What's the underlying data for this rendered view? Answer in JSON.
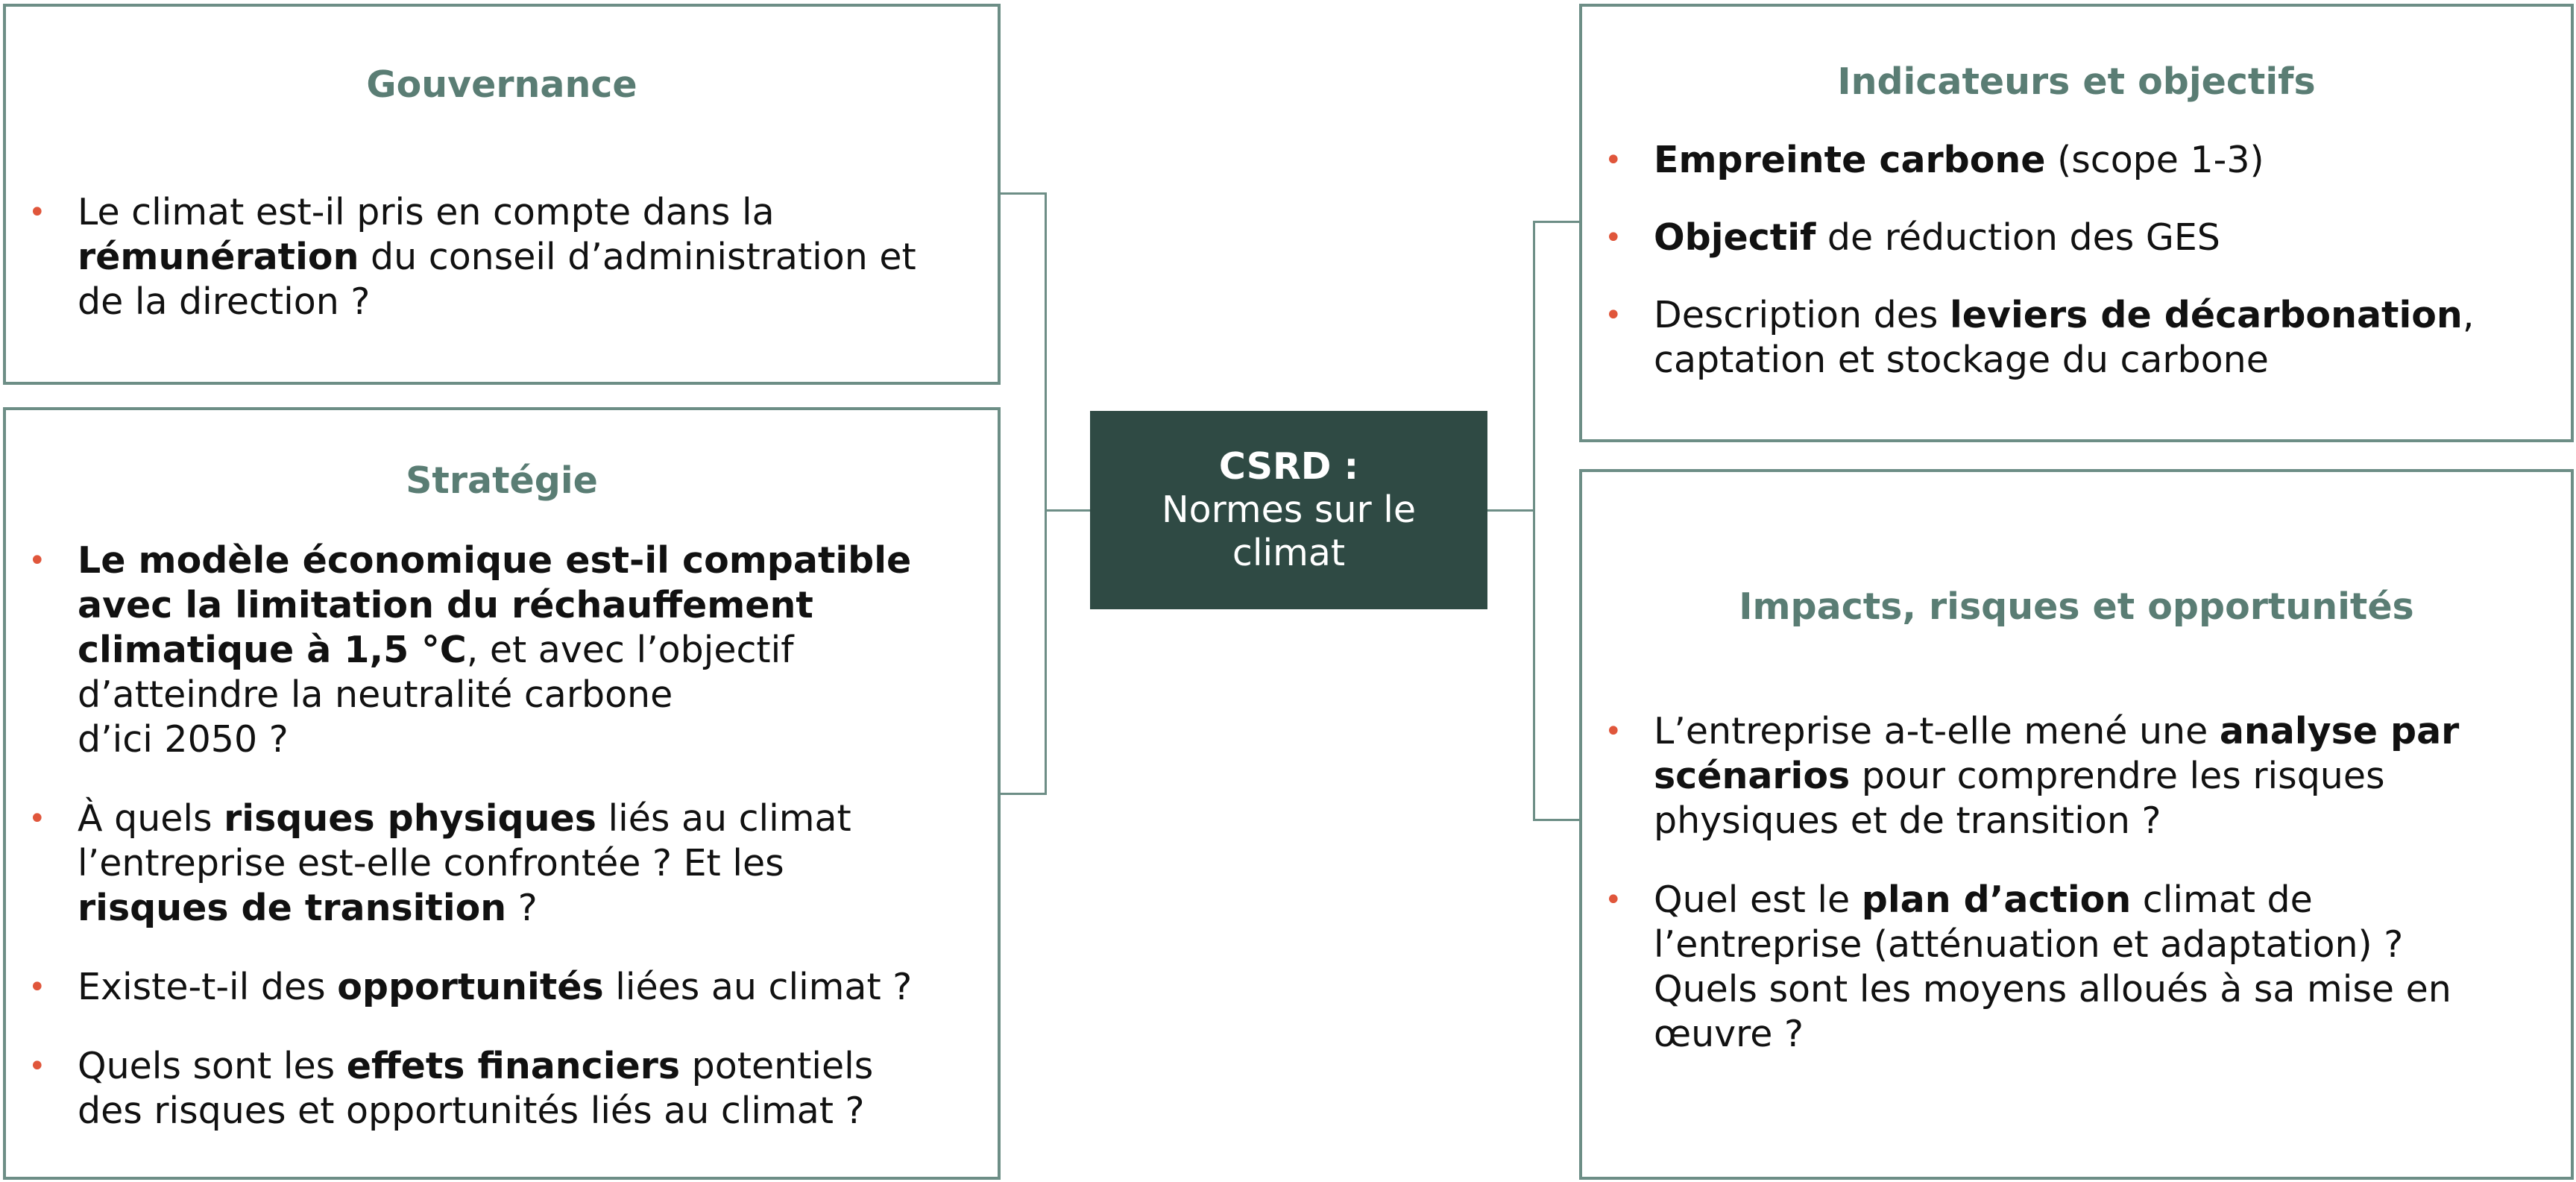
{
  "center": {
    "title": "CSRD :",
    "subtitle_line1": "Normes sur le",
    "subtitle_line2": "climat"
  },
  "gouvernance": {
    "title": "Gouvernance",
    "bullets": [
      [
        {
          "t": "Le climat est-il pris en compte dans la "
        },
        {
          "br": true
        },
        {
          "t": "rémunération",
          "b": true
        },
        {
          "t": " du conseil d’administration et"
        },
        {
          "br": true
        },
        {
          "t": "de la direction ?"
        }
      ]
    ]
  },
  "strategie": {
    "title": "Stratégie",
    "bullets": [
      [
        {
          "t": "Le modèle économique est-il compatible",
          "b": true
        },
        {
          "br": true
        },
        {
          "t": "avec la limitation du réchauffement",
          "b": true
        },
        {
          "br": true
        },
        {
          "t": "climatique à 1,5 °C",
          "b": true
        },
        {
          "t": ", et avec l’objectif"
        },
        {
          "br": true
        },
        {
          "t": "d’atteindre la neutralité carbone"
        },
        {
          "br": true
        },
        {
          "t": "d’ici 2050 ?"
        }
      ],
      [
        {
          "t": "À quels "
        },
        {
          "t": "risques physiques",
          "b": true
        },
        {
          "t": " liés au climat"
        },
        {
          "br": true
        },
        {
          "t": "l’entreprise est-elle confrontée ? Et les"
        },
        {
          "br": true
        },
        {
          "t": "risques de transition",
          "b": true
        },
        {
          "t": " ?"
        }
      ],
      [
        {
          "t": "Existe-t-il des "
        },
        {
          "t": "opportunités",
          "b": true
        },
        {
          "t": " liées au climat ?"
        }
      ],
      [
        {
          "t": "Quels sont les "
        },
        {
          "t": "effets financiers",
          "b": true
        },
        {
          "t": " potentiels"
        },
        {
          "br": true
        },
        {
          "t": "des risques et opportunités liés au climat ?"
        }
      ]
    ]
  },
  "indicateurs": {
    "title": "Indicateurs et objectifs",
    "bullets": [
      [
        {
          "t": "Empreinte carbone",
          "b": true
        },
        {
          "t": " (scope 1-3)"
        }
      ],
      [
        {
          "t": "Objectif",
          "b": true
        },
        {
          "t": " de réduction des GES"
        }
      ],
      [
        {
          "t": "Description des "
        },
        {
          "t": "leviers de décarbonation",
          "b": true
        },
        {
          "t": ","
        },
        {
          "br": true
        },
        {
          "t": "captation et stockage du carbone"
        }
      ]
    ]
  },
  "impacts": {
    "title": "Impacts, risques et opportunités",
    "bullets": [
      [
        {
          "t": "L’entreprise a-t-elle mené une "
        },
        {
          "t": "analyse par",
          "b": true
        },
        {
          "br": true
        },
        {
          "t": "scénarios",
          "b": true
        },
        {
          "t": " pour comprendre les risques"
        },
        {
          "br": true
        },
        {
          "t": "physiques et de transition ?"
        }
      ],
      [
        {
          "t": "Quel est le "
        },
        {
          "t": "plan d’action",
          "b": true
        },
        {
          "t": " climat de"
        },
        {
          "br": true
        },
        {
          "t": "l’entreprise (atténuation et adaptation) ?"
        },
        {
          "br": true
        },
        {
          "t": "Quels sont les moyens alloués à sa mise en"
        },
        {
          "br": true
        },
        {
          "t": "œuvre ?"
        }
      ]
    ]
  },
  "bullet_symbol": "•",
  "colors": {
    "border": "#6d8e86",
    "title": "#5a7d74",
    "center_bg": "#2f4a44",
    "bullet": "#e0563b"
  }
}
